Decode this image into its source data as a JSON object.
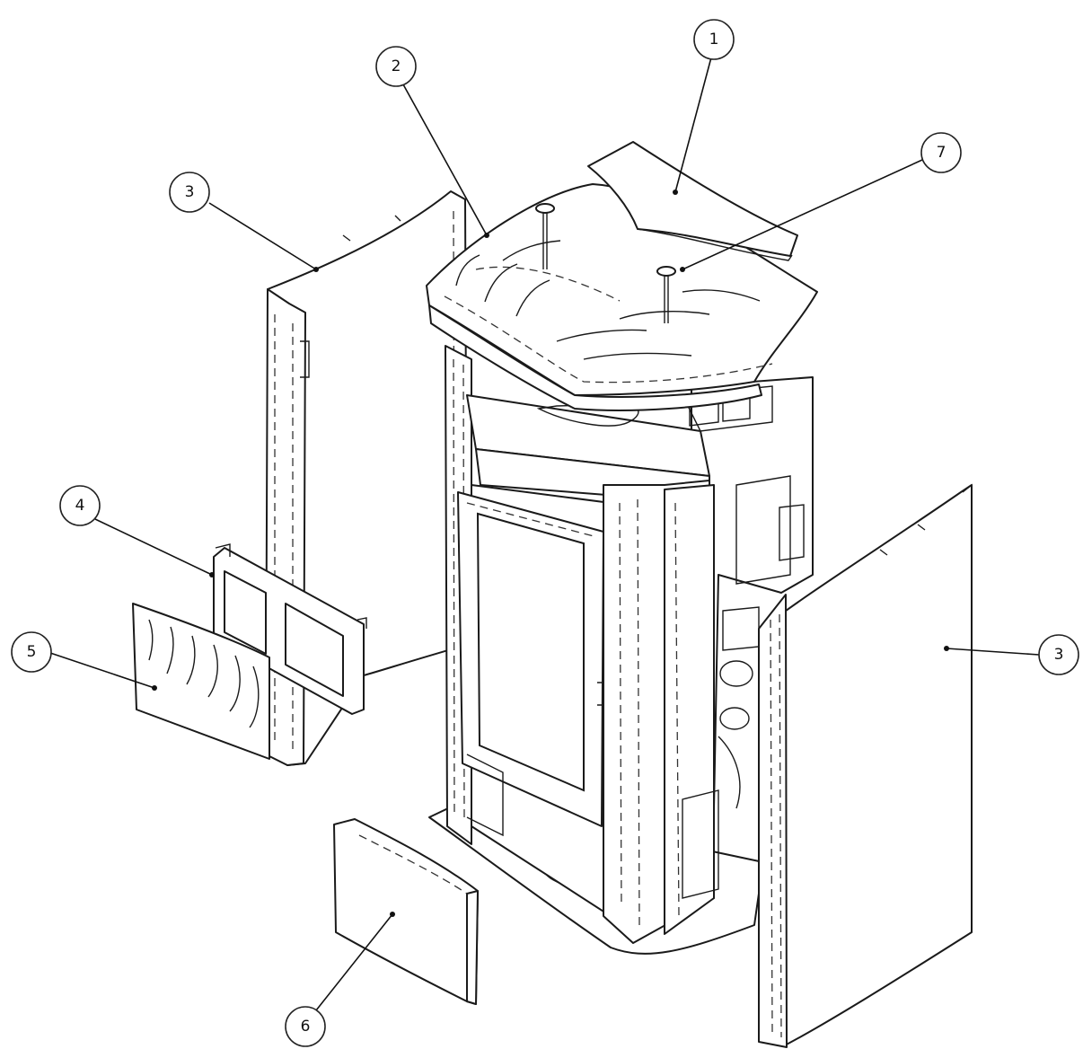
{
  "callouts": [
    {
      "id": "1",
      "label": "1"
    },
    {
      "id": "2",
      "label": "2"
    },
    {
      "id": "3-left",
      "label": "3"
    },
    {
      "id": "3-right",
      "label": "3"
    },
    {
      "id": "4",
      "label": "4"
    },
    {
      "id": "5",
      "label": "5"
    },
    {
      "id": "6",
      "label": "6"
    },
    {
      "id": "7",
      "label": "7"
    }
  ],
  "colors": {
    "line": "#1a1a1a",
    "background": "#ffffff"
  }
}
